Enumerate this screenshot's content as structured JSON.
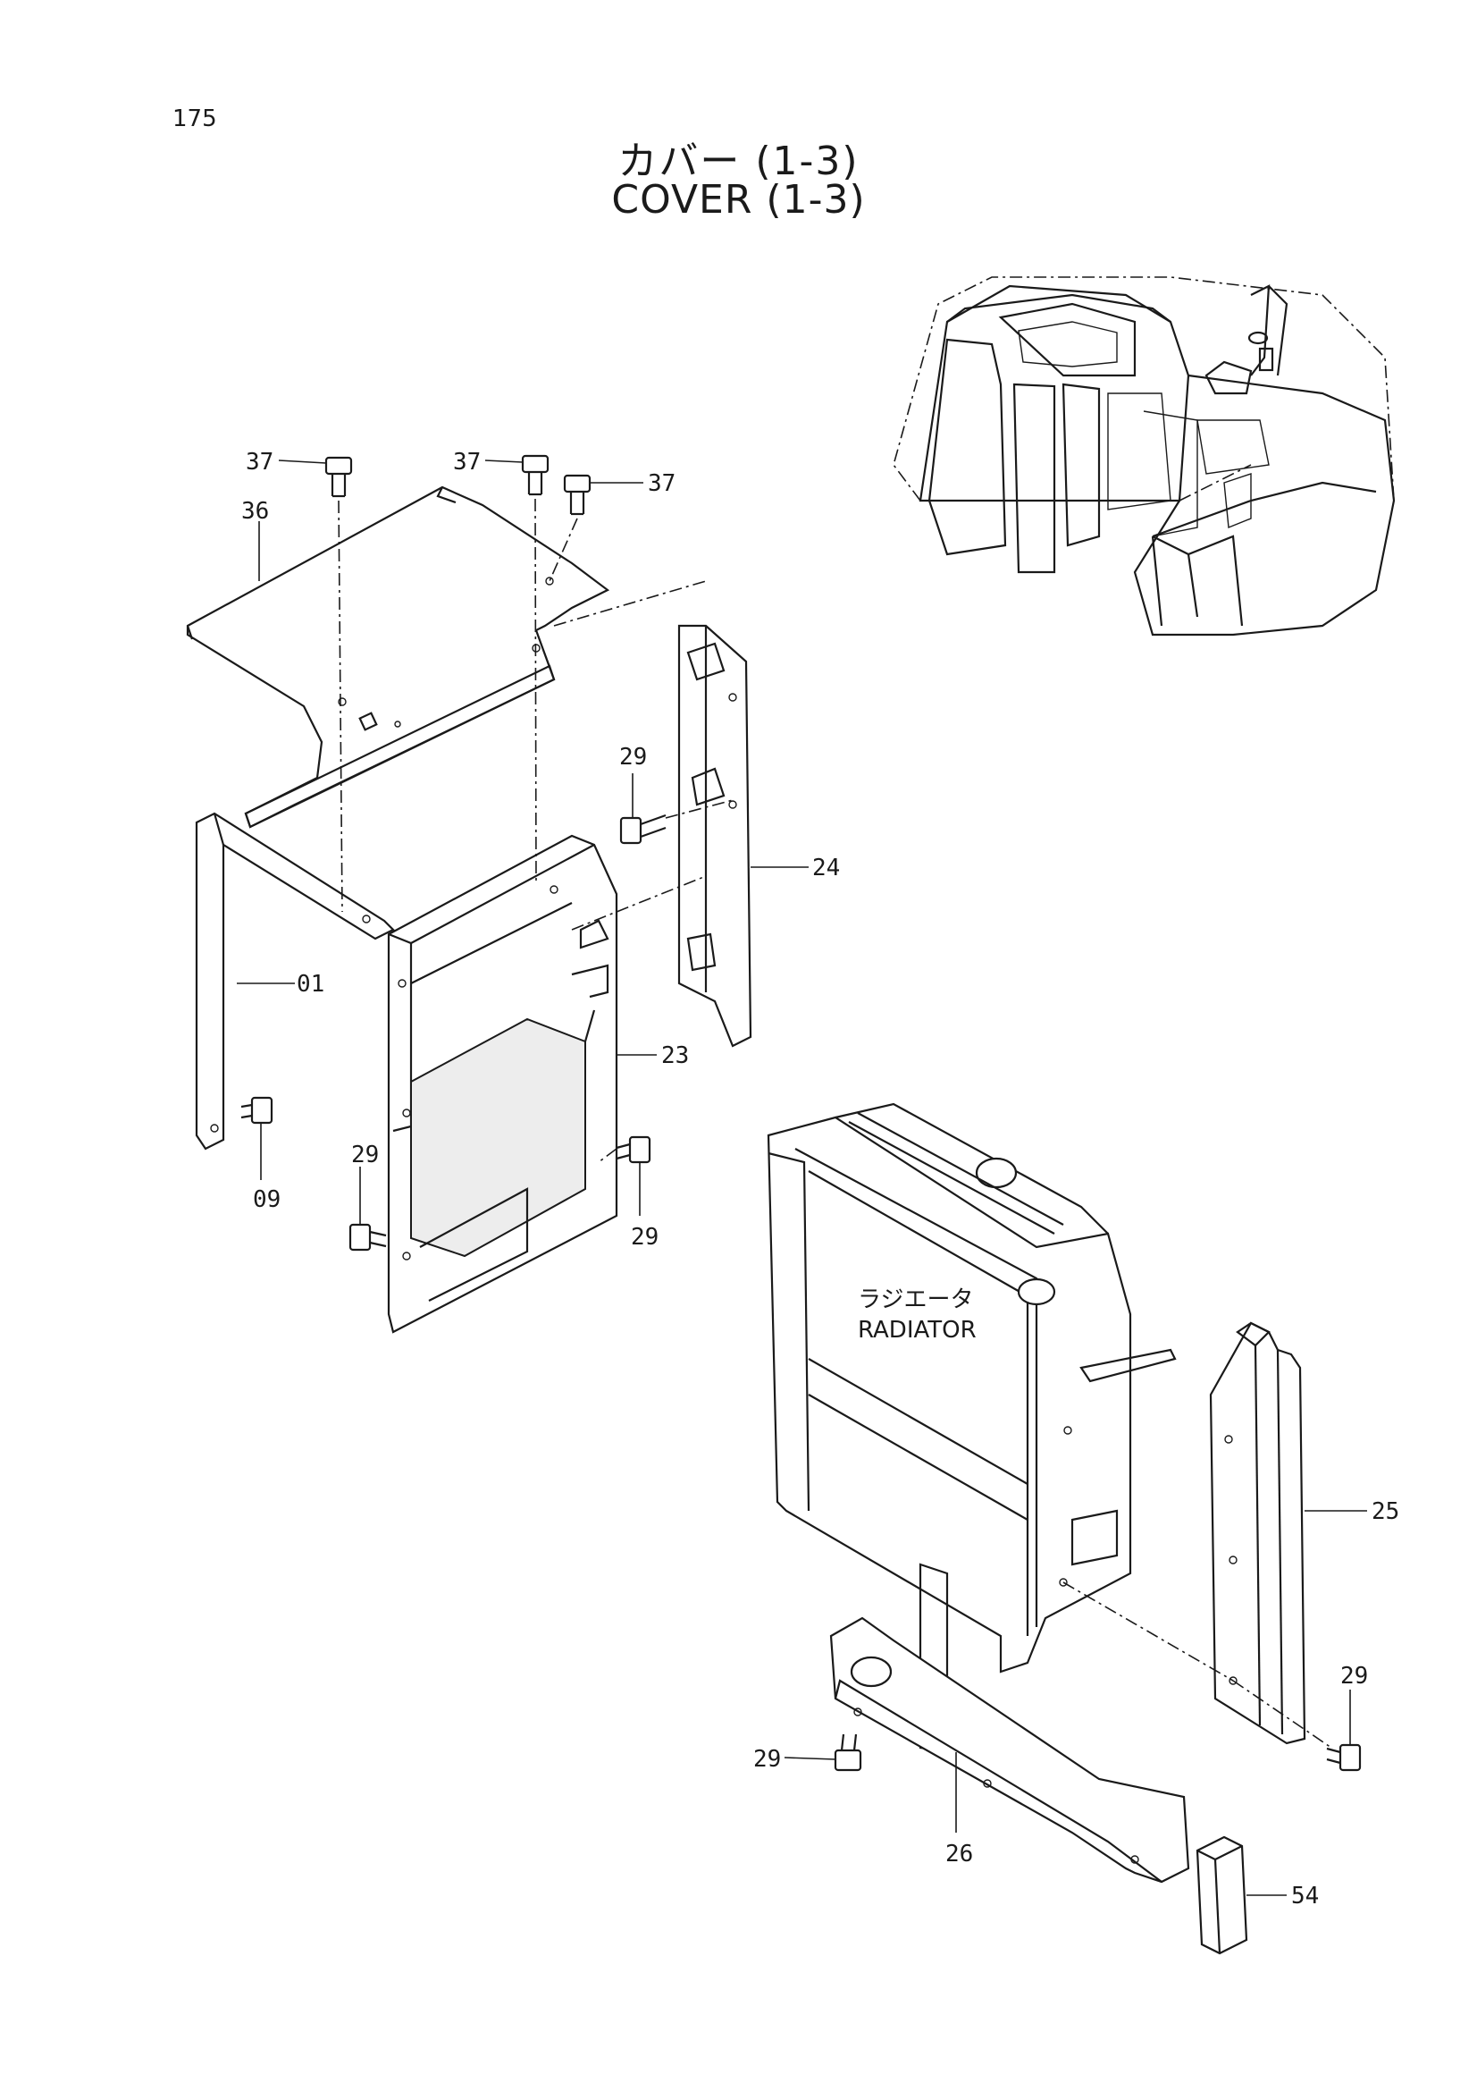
{
  "page_number": "175",
  "title_jp": "カバー (1-3)",
  "title_en": "COVER (1-3)",
  "radiator_label_jp": "ラジエータ",
  "radiator_label_en": "RADIATOR",
  "callouts": {
    "c37a": "37",
    "c37b": "37",
    "c37c": "37",
    "c36": "36",
    "c29a": "29",
    "c24": "24",
    "c01": "01",
    "c23": "23",
    "c09": "09",
    "c29b": "29",
    "c29c": "29",
    "c25": "25",
    "c29d": "29",
    "c29e": "29",
    "c26": "26",
    "c54": "54"
  }
}
